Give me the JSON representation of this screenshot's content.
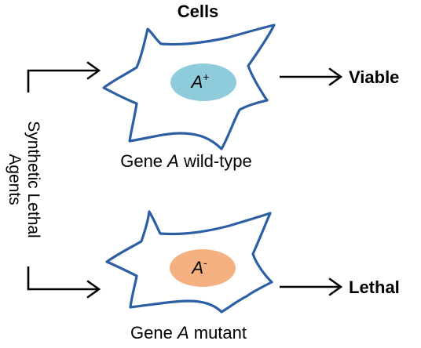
{
  "header": {
    "title": "Cells"
  },
  "cells": [
    {
      "nucleus_letter": "A",
      "nucleus_sup": "+",
      "nucleus_color": "#8ecbdb",
      "caption_prefix": "Gene ",
      "caption_gene": "A",
      "caption_suffix": " wild-type",
      "outcome": "Viable"
    },
    {
      "nucleus_letter": "A",
      "nucleus_sup": "-",
      "nucleus_color": "#f5b082",
      "caption_prefix": "Gene ",
      "caption_gene": "A",
      "caption_suffix": " mutant",
      "outcome": "Lethal"
    }
  ],
  "side_label": {
    "line1": "Synthetic Lethal",
    "line2": "Agents"
  },
  "colors": {
    "cell_outline": "#2c5fa3",
    "arrows": "#000000"
  }
}
